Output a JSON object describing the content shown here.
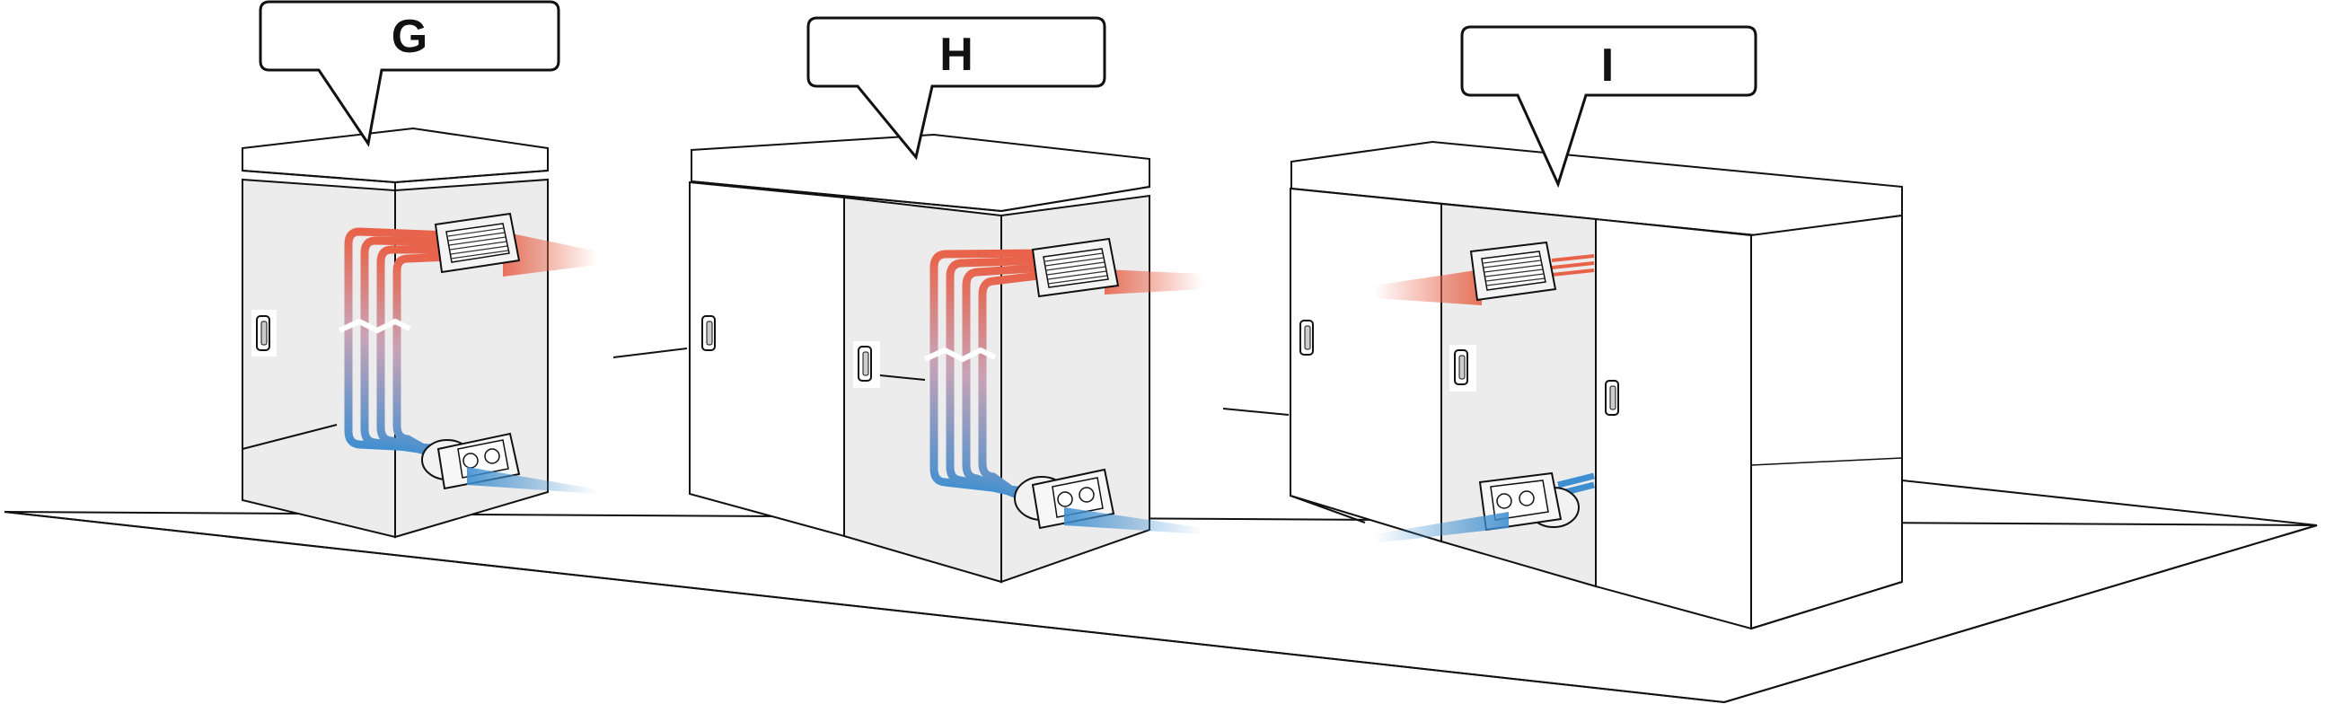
{
  "callouts": [
    {
      "id": "G",
      "label": "G"
    },
    {
      "id": "H",
      "label": "H"
    },
    {
      "id": "I",
      "label": "I"
    }
  ],
  "colors": {
    "outline": "#111111",
    "panel_shaded": "#ebebeb",
    "panel_white": "#ffffff",
    "warm_air": "#e8634a",
    "cool_air": "#3f8fd0"
  },
  "icons": [
    "door-handle-icon",
    "vent-grille-icon",
    "fan-unit-icon"
  ]
}
